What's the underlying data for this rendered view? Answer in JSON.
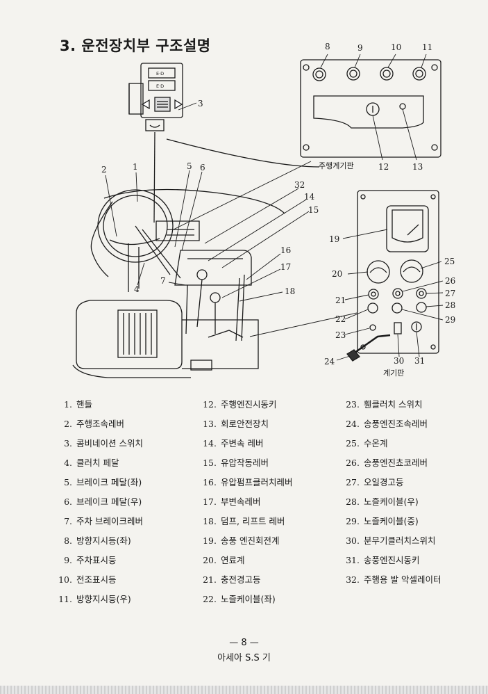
{
  "title": "3. 운전장치부 구조설명",
  "callouts": {
    "n1": "1",
    "n2": "2",
    "n3": "3",
    "n4": "4",
    "n5": "5",
    "n6": "6",
    "n7": "7",
    "n8": "8",
    "n9": "9",
    "n10": "10",
    "n11": "11",
    "n12": "12",
    "n13": "13",
    "n14": "14",
    "n15": "15",
    "n16": "16",
    "n17": "17",
    "n18": "18",
    "n19": "19",
    "n20": "20",
    "n21": "21",
    "n22": "22",
    "n23": "23",
    "n24": "24",
    "n25": "25",
    "n26": "26",
    "n27": "27",
    "n28": "28",
    "n29": "29",
    "n30": "30",
    "n31": "31",
    "n32": "32"
  },
  "panel_labels": {
    "travel_panel": "주행계기판",
    "instrument_panel": "계기판"
  },
  "switch_marks": {
    "top": "E·D",
    "bottom": "E·D"
  },
  "parts": [
    {
      "num": "1.",
      "name": "핸들"
    },
    {
      "num": "2.",
      "name": "주행조속레버"
    },
    {
      "num": "3.",
      "name": "콤비네이션 스위치"
    },
    {
      "num": "4.",
      "name": "클러치 페달"
    },
    {
      "num": "5.",
      "name": "브레이크 페달(좌)"
    },
    {
      "num": "6.",
      "name": "브레이크 페달(우)"
    },
    {
      "num": "7.",
      "name": "주차 브레이크레버"
    },
    {
      "num": "8.",
      "name": "방향지시등(좌)"
    },
    {
      "num": "9.",
      "name": "주차표시등"
    },
    {
      "num": "10.",
      "name": "전조표시등"
    },
    {
      "num": "11.",
      "name": "방향지시등(우)"
    },
    {
      "num": "12.",
      "name": "주행엔진시동키"
    },
    {
      "num": "13.",
      "name": "회로안전장치"
    },
    {
      "num": "14.",
      "name": "주변속 레버"
    },
    {
      "num": "15.",
      "name": "유압작동레버"
    },
    {
      "num": "16.",
      "name": "유압펌프클러치레버"
    },
    {
      "num": "17.",
      "name": "부변속레버"
    },
    {
      "num": "18.",
      "name": "덤프, 리프트 레버"
    },
    {
      "num": "19.",
      "name": "송풍 엔진회전계"
    },
    {
      "num": "20.",
      "name": "연료계"
    },
    {
      "num": "21.",
      "name": "충전경고등"
    },
    {
      "num": "22.",
      "name": "노즐케이블(좌)"
    },
    {
      "num": "23.",
      "name": "휀클러치 스위치"
    },
    {
      "num": "24.",
      "name": "송풍엔진조속레버"
    },
    {
      "num": "25.",
      "name": "수온계"
    },
    {
      "num": "26.",
      "name": "송풍엔진쵸코레버"
    },
    {
      "num": "27.",
      "name": "오일경고등"
    },
    {
      "num": "28.",
      "name": "노즐케이블(우)"
    },
    {
      "num": "29.",
      "name": "노즐케이블(중)"
    },
    {
      "num": "30.",
      "name": "분무기클러치스위치"
    },
    {
      "num": "31.",
      "name": "송풍엔진시동키"
    },
    {
      "num": "32.",
      "name": "주행용 발 악셀레이터"
    }
  ],
  "footer": {
    "page_number": "— 8 —",
    "publisher": "아세아 S.S 기"
  }
}
